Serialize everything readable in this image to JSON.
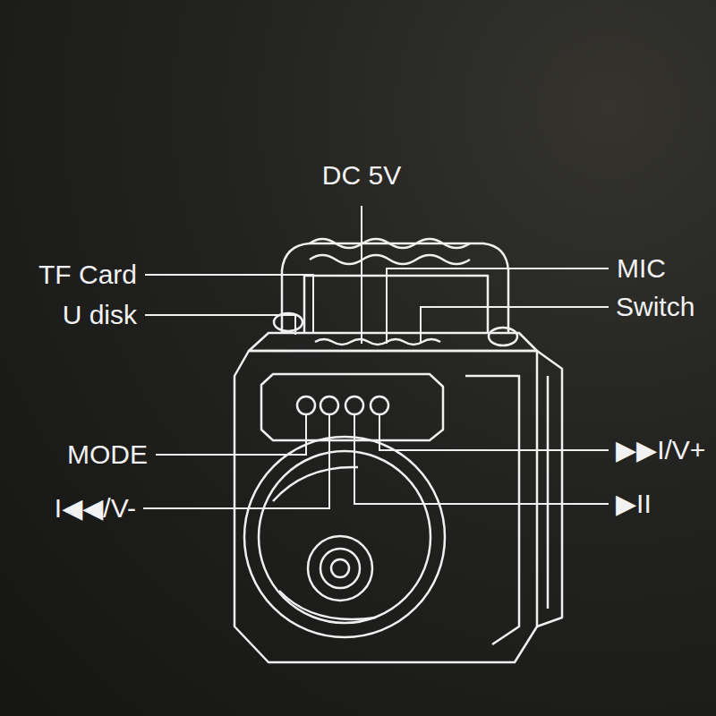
{
  "diagram": {
    "labels": [
      "DC 5V",
      "TF Card",
      "U disk",
      "MIC",
      "Switch",
      "MODE",
      "▶▶I/V+",
      "I◀◀/V-",
      "▶II"
    ]
  }
}
